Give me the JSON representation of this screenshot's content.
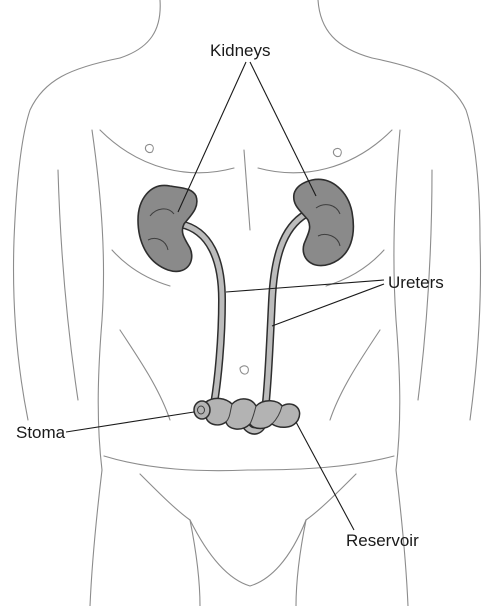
{
  "labels": {
    "kidneys": "Kidneys",
    "ureters": "Ureters",
    "stoma": "Stoma",
    "reservoir": "Reservoir"
  },
  "colors": {
    "body_outline": "#8c8c8c",
    "kidney_fill": "#8a8a8a",
    "ureter_fill": "#bcbcbc",
    "reservoir_fill": "#b3b3b3",
    "ink": "#1a1a1a"
  }
}
